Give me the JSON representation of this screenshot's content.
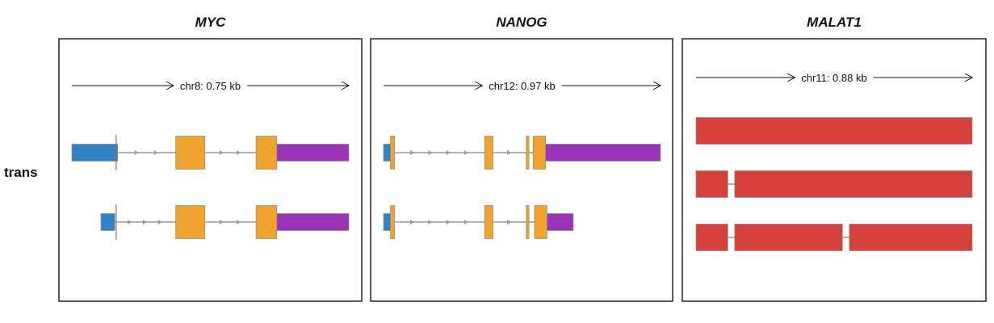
{
  "row_label": "trans",
  "colors": {
    "utr5": "#3182c4",
    "cds": "#f0a430",
    "utr3": "#9a35b8",
    "noncoding": "#d6403a",
    "intron": "#9a9a9a",
    "panel_border": "#222222"
  },
  "panels": [
    {
      "gene": "MYC",
      "scale_label": "chr8: 0.75 kb",
      "transcripts": [
        {
          "exons": [
            {
              "start": 0.0,
              "end": 0.165,
              "type": "utr5"
            },
            {
              "start": 0.375,
              "end": 0.48,
              "type": "cds"
            },
            {
              "start": 0.665,
              "end": 0.74,
              "type": "cds"
            },
            {
              "start": 0.74,
              "end": 1.0,
              "type": "utr3"
            }
          ],
          "tss": 0.16
        },
        {
          "exons": [
            {
              "start": 0.105,
              "end": 0.155,
              "type": "utr5"
            },
            {
              "start": 0.375,
              "end": 0.48,
              "type": "cds"
            },
            {
              "start": 0.665,
              "end": 0.74,
              "type": "cds"
            },
            {
              "start": 0.74,
              "end": 1.0,
              "type": "utr3"
            }
          ],
          "tss": 0.16
        }
      ]
    },
    {
      "gene": "NANOG",
      "scale_label": "chr12: 0.97 kb",
      "transcripts": [
        {
          "exons": [
            {
              "start": 0.0,
              "end": 0.025,
              "type": "utr5"
            },
            {
              "start": 0.025,
              "end": 0.04,
              "type": "cds"
            },
            {
              "start": 0.365,
              "end": 0.395,
              "type": "cds"
            },
            {
              "start": 0.515,
              "end": 0.525,
              "type": "cds"
            },
            {
              "start": 0.54,
              "end": 0.585,
              "type": "cds"
            },
            {
              "start": 0.585,
              "end": 1.0,
              "type": "utr3"
            }
          ],
          "tss": null
        },
        {
          "exons": [
            {
              "start": 0.0,
              "end": 0.025,
              "type": "utr5"
            },
            {
              "start": 0.025,
              "end": 0.04,
              "type": "cds"
            },
            {
              "start": 0.365,
              "end": 0.395,
              "type": "cds"
            },
            {
              "start": 0.515,
              "end": 0.525,
              "type": "cds"
            },
            {
              "start": 0.545,
              "end": 0.59,
              "type": "cds"
            },
            {
              "start": 0.59,
              "end": 0.685,
              "type": "utr3"
            }
          ],
          "tss": null
        }
      ]
    },
    {
      "gene": "MALAT1",
      "scale_label": "chr11: 0.88 kb",
      "transcripts": [
        {
          "exons": [
            {
              "start": 0.0,
              "end": 1.0,
              "type": "noncoding"
            }
          ],
          "tss": null
        },
        {
          "exons": [
            {
              "start": 0.0,
              "end": 0.115,
              "type": "noncoding"
            },
            {
              "start": 0.14,
              "end": 1.0,
              "type": "noncoding"
            }
          ],
          "tss": null
        },
        {
          "exons": [
            {
              "start": 0.0,
              "end": 0.115,
              "type": "noncoding"
            },
            {
              "start": 0.14,
              "end": 0.53,
              "type": "noncoding"
            },
            {
              "start": 0.555,
              "end": 1.0,
              "type": "noncoding"
            }
          ],
          "tss": null
        }
      ]
    }
  ]
}
